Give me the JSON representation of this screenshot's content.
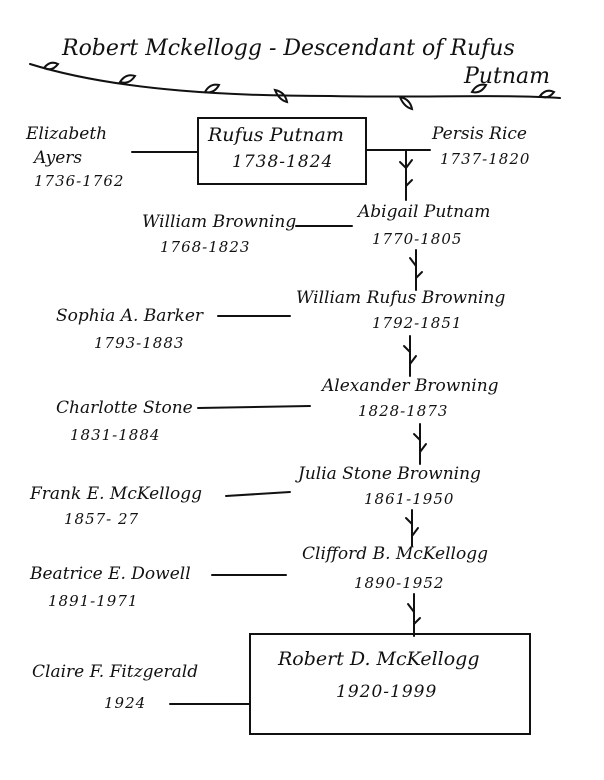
{
  "title": {
    "line1": "Robert Mckellogg - Descendant of Rufus",
    "line2": "Putnam"
  },
  "generations": [
    {
      "spouse_left_1": {
        "name": "Elizabeth",
        "name2": "Ayers",
        "dates": "1736-1762"
      },
      "descendant": {
        "name": "Rufus Putnam",
        "dates": "1738-1824"
      },
      "spouse_right": {
        "name": "Persis Rice",
        "dates": "1737-1820"
      }
    },
    {
      "spouse": {
        "name": "William Browning",
        "dates": "1768-1823"
      },
      "descendant": {
        "name": "Abigail Putnam",
        "dates": "1770-1805"
      }
    },
    {
      "spouse": {
        "name": "Sophia A. Barker",
        "dates": "1793-1883"
      },
      "descendant": {
        "name": "William Rufus Browning",
        "dates": "1792-1851"
      }
    },
    {
      "spouse": {
        "name": "Charlotte Stone",
        "dates": "1831-1884"
      },
      "descendant": {
        "name": "Alexander Browning",
        "dates": "1828-1873"
      }
    },
    {
      "spouse": {
        "name": "Frank E. McKellogg",
        "dates": "1857- 27"
      },
      "descendant": {
        "name": "Julia Stone Browning",
        "dates": "1861-1950"
      }
    },
    {
      "spouse": {
        "name": "Beatrice E. Dowell",
        "dates": "1891-1971"
      },
      "descendant": {
        "name": "Clifford B. McKellogg",
        "dates": "1890-1952"
      }
    },
    {
      "spouse": {
        "name": "Claire F. Fitzgerald",
        "dates": "1924"
      },
      "descendant": {
        "name": "Robert D. McKellogg",
        "dates": "1920-1999"
      }
    }
  ]
}
